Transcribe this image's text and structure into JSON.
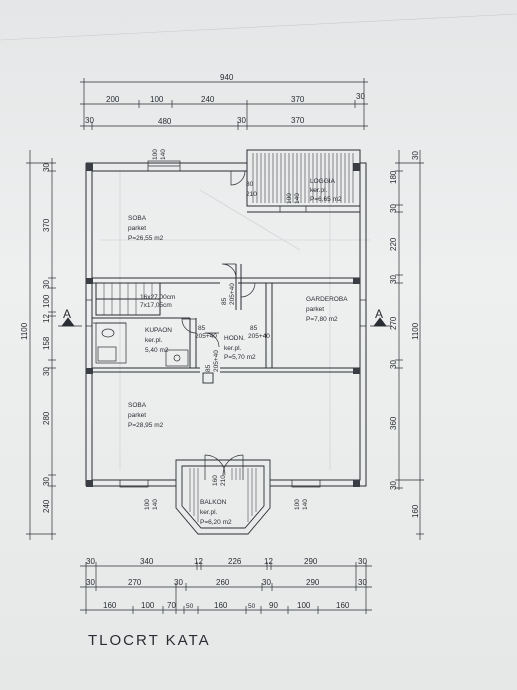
{
  "title": "TLOCRT KATA",
  "dims": {
    "top_total": "940",
    "top_row1": [
      "200",
      "100",
      "240",
      "370",
      "30"
    ],
    "top_row2": [
      "30",
      "480",
      "30",
      "370"
    ],
    "left": [
      "30",
      "370",
      "30",
      "100",
      "12",
      "158",
      "30",
      "280",
      "30",
      "240"
    ],
    "left_total": "1100",
    "right": [
      "30",
      "180",
      "30",
      "220",
      "30",
      "270",
      "30",
      "360",
      "30"
    ],
    "right_total": "1100",
    "right_extra": "160",
    "bottom_row1": [
      "30",
      "340",
      "12",
      "226",
      "12",
      "290",
      "30"
    ],
    "bottom_row2": [
      "30",
      "270",
      "30",
      "260",
      "30",
      "290",
      "30"
    ],
    "bottom_row3": [
      "160",
      "100",
      "70",
      "50",
      "160",
      "50",
      "90",
      "100",
      "160"
    ]
  },
  "rooms": {
    "loggia": {
      "name": "LOGGIA",
      "floor": "ker.pl.",
      "area": "P=6,65 m2"
    },
    "soba_top": {
      "name": "SOBA",
      "floor": "parket",
      "area": "P=26,55 m2"
    },
    "garderoba": {
      "name": "GARDEROBA",
      "floor": "parket",
      "area": "P=7,80 m2"
    },
    "kupaon": {
      "name": "KUPAON",
      "floor": "ker.pl.",
      "area": "5,40 m2"
    },
    "hodn": {
      "name": "HODN.",
      "floor": "ker.pl.",
      "area": "P=5,70 m2"
    },
    "soba_bottom": {
      "name": "SOBA",
      "floor": "parket",
      "area": "P=28,95 m2"
    },
    "balkon": {
      "name": "BALKON",
      "floor": "ker.pl.",
      "area": "P=6,20 m2"
    }
  },
  "stairs": {
    "line1": "16x27,00cm",
    "line2": "7x17,05cm"
  },
  "section_mark": "A",
  "openings": {
    "loggia_door_w": "80",
    "loggia_door_h": "210",
    "top_win_w": "100",
    "top_win_h": "140",
    "loggia_win_w": "100",
    "loggia_win_h": "140",
    "soba_door": "85",
    "soba_door_h": "205+40",
    "kupaon_door": "85",
    "kupaon_door_h": "205+40",
    "gard_door": "85",
    "gard_door_h": "205+40",
    "hodn_door": "85",
    "hodn_door_h": "205+40",
    "balkon_door_w": "160",
    "balkon_door_h": "210",
    "bot_win_w": "100",
    "bot_win_h": "140",
    "bot_win2_w": "100",
    "bot_win2_h": "140"
  }
}
